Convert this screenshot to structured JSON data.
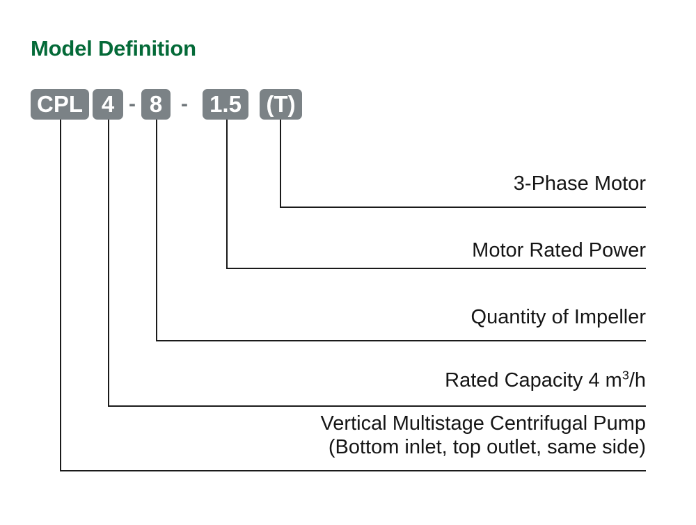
{
  "title": "Model Definition",
  "colors": {
    "title_green": "#046a38",
    "badge_grey": "#7b8286",
    "line_black": "#1a1a1a",
    "background": "#ffffff"
  },
  "model_code": {
    "segments": [
      {
        "type": "badge",
        "text": "CPL"
      },
      {
        "type": "badge",
        "text": "4"
      },
      {
        "type": "separator",
        "text": "-"
      },
      {
        "type": "badge",
        "text": "8"
      },
      {
        "type": "separator",
        "text": "-"
      },
      {
        "type": "badge",
        "text": "1.5"
      },
      {
        "type": "badge",
        "text": "(T)"
      }
    ]
  },
  "callouts": [
    {
      "key": "motor_phase",
      "label": "3-Phase Motor",
      "source_segment": "(T)"
    },
    {
      "key": "motor_power",
      "label": "Motor Rated Power",
      "source_segment": "1.5"
    },
    {
      "key": "impeller_quantity",
      "label": "Quantity of Impeller",
      "source_segment": "8"
    },
    {
      "key": "rated_capacity",
      "label_pre": "Rated Capacity  4 m",
      "label_sup": "3",
      "label_post": "/h",
      "source_segment": "4"
    },
    {
      "key": "pump_type",
      "line1": "Vertical Multistage Centrifugal Pump",
      "line2": "(Bottom inlet, top outlet, same side)",
      "source_segment": "CPL"
    }
  ]
}
